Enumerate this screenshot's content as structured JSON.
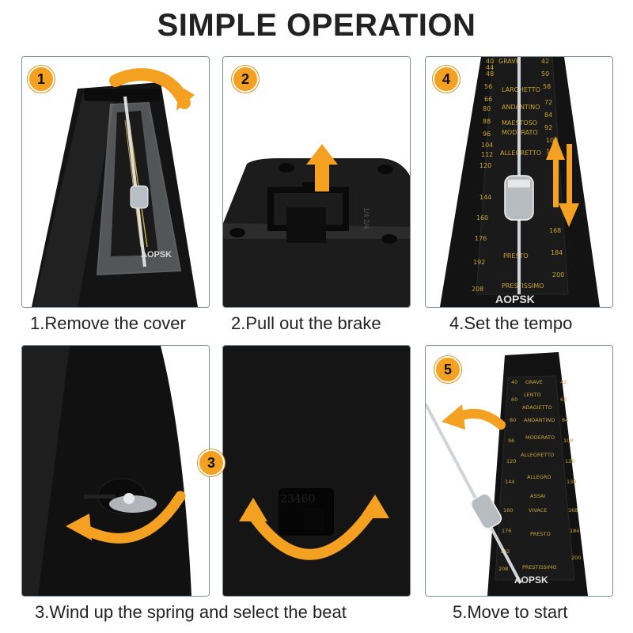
{
  "title": "SIMPLE OPERATION",
  "brand": "AOPSK",
  "accent_color": "#f4a020",
  "steps": [
    {
      "number": "1",
      "caption": "1.Remove the cover"
    },
    {
      "number": "2",
      "caption": "2.Pull out the brake"
    },
    {
      "number": "4",
      "caption": "4.Set the tempo"
    },
    {
      "number": "3",
      "caption": "3.Wind up the spring and select the beat"
    },
    {
      "number": "5",
      "caption": "5.Move to start"
    }
  ]
}
